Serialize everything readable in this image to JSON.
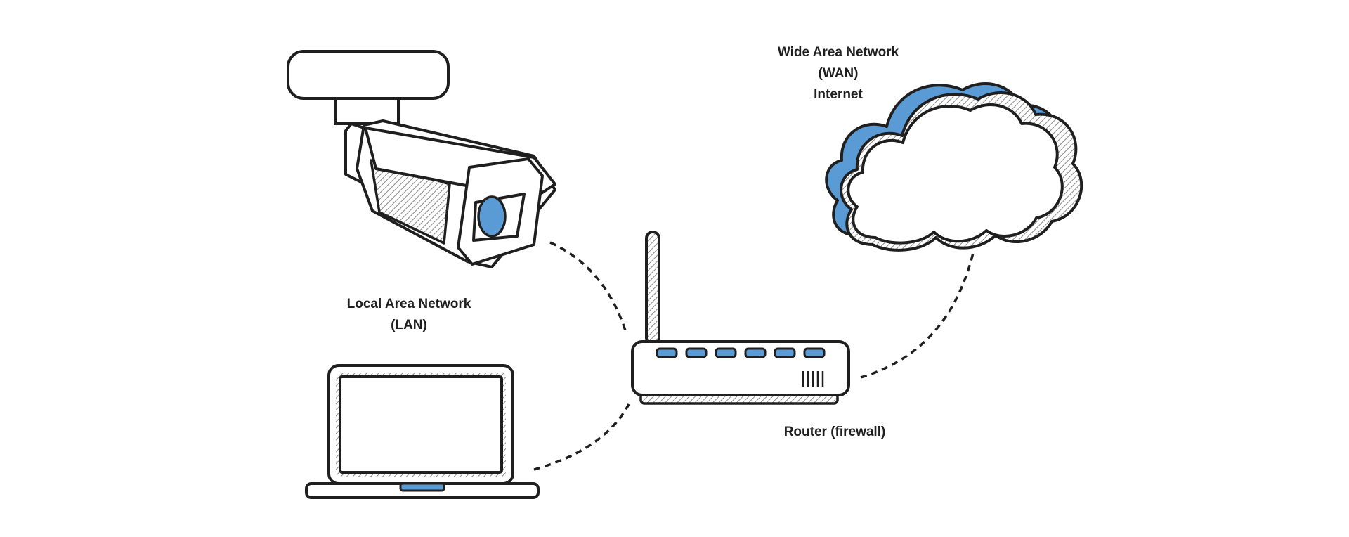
{
  "labels": {
    "lan": {
      "line1": "Local Area Network",
      "line2": "(LAN)"
    },
    "wan": {
      "line1": "Wide Area Network",
      "line2": "(WAN)",
      "line3": "Internet"
    },
    "router": "Router (firewall)"
  },
  "colors": {
    "accent": "#5b9bd5",
    "stroke": "#1f1f1f",
    "background": "#ffffff"
  },
  "nodes": [
    {
      "id": "camera",
      "icon": "security-camera-icon"
    },
    {
      "id": "laptop",
      "icon": "laptop-icon"
    },
    {
      "id": "router",
      "icon": "router-icon",
      "port_leds": 6
    },
    {
      "id": "cloud",
      "icon": "cloud-icon"
    }
  ],
  "connections": [
    {
      "from": "camera",
      "to": "router",
      "style": "dashed"
    },
    {
      "from": "laptop",
      "to": "router",
      "style": "dashed"
    },
    {
      "from": "router",
      "to": "cloud",
      "style": "dashed"
    }
  ]
}
